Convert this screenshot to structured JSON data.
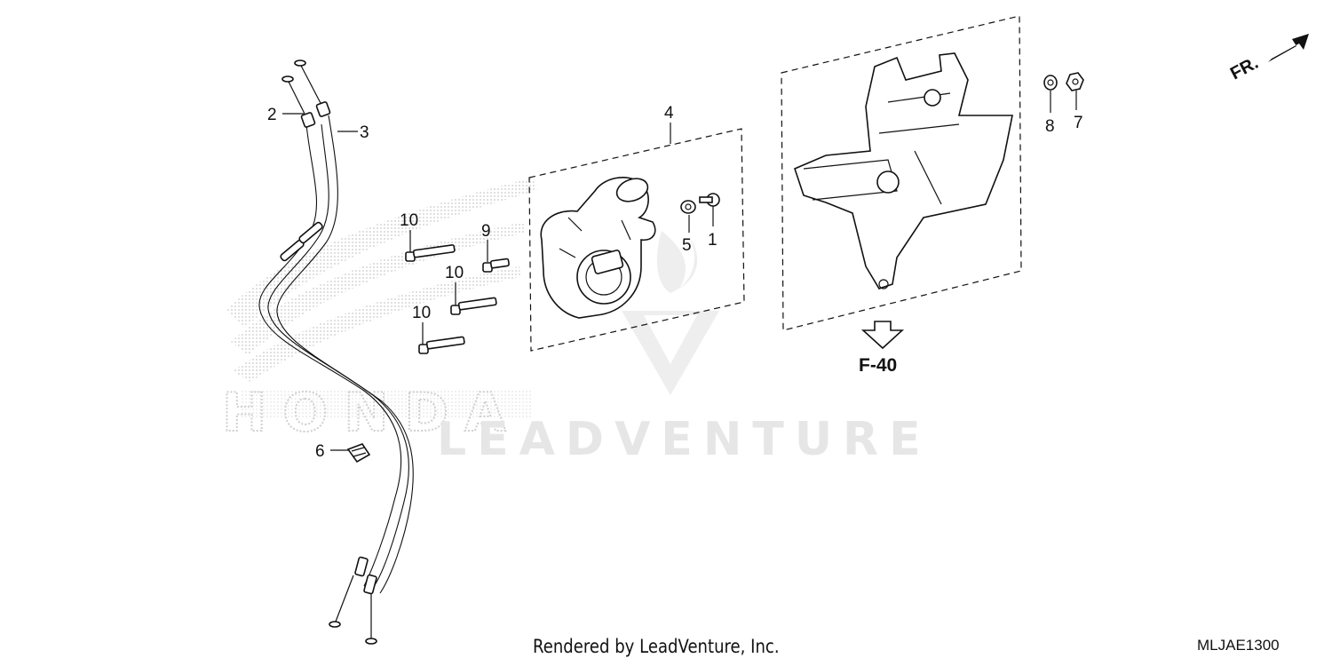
{
  "watermark": {
    "brand_ghost": "HONDA",
    "text": "LEADVENTURE"
  },
  "direction": {
    "label": "FR."
  },
  "reference": {
    "label": "F-40"
  },
  "callouts": [
    {
      "id": "c-1",
      "text": "1"
    },
    {
      "id": "c-2",
      "text": "2"
    },
    {
      "id": "c-3",
      "text": "3"
    },
    {
      "id": "c-4",
      "text": "4"
    },
    {
      "id": "c-5",
      "text": "5"
    },
    {
      "id": "c-6",
      "text": "6"
    },
    {
      "id": "c-7",
      "text": "7"
    },
    {
      "id": "c-8",
      "text": "8"
    },
    {
      "id": "c-9",
      "text": "9"
    },
    {
      "id": "c-10a",
      "text": "10"
    },
    {
      "id": "c-10b",
      "text": "10"
    },
    {
      "id": "c-10c",
      "text": "10"
    }
  ],
  "footer": {
    "rendered_by": "Rendered by LeadVenture, Inc.",
    "diagram_code": "MLJAE1300"
  }
}
